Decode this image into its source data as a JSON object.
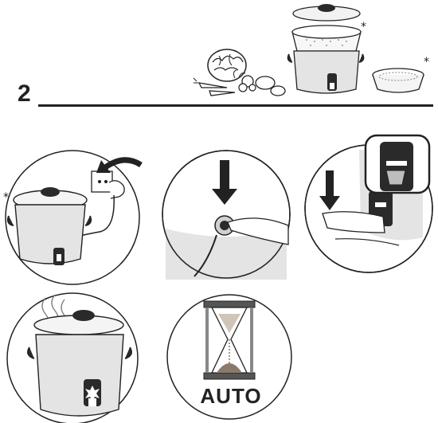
{
  "step": {
    "number": "2"
  },
  "markers": {
    "optional": "*"
  },
  "panels": {
    "timer": {
      "label": "AUTO"
    }
  },
  "icons": [
    "vegetables-illustration",
    "rice-cooker-with-steamer-icon",
    "steamer-tray-icon",
    "plug-in-icon",
    "press-button-icon",
    "switch-lever-icon",
    "steam-icon",
    "hourglass-icon"
  ],
  "colors": {
    "line": "#222222",
    "body_gray": "#e4e4e4",
    "dark": "#2a2a2a",
    "sand": "#8a7a6a"
  }
}
